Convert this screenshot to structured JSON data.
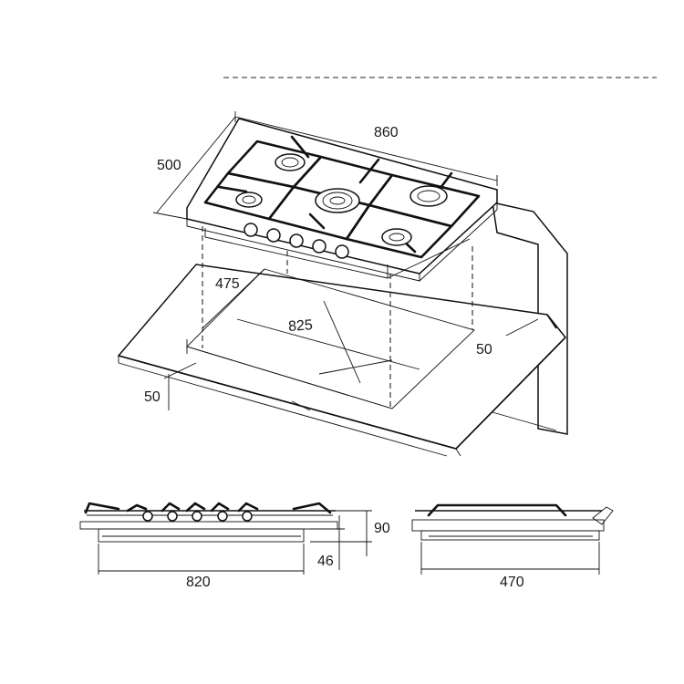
{
  "dimensions": {
    "width_top": "860",
    "depth_top": "500",
    "cutout_depth": "475",
    "cutout_width": "825",
    "wall_clearance": "50",
    "front_clearance": "50",
    "height_total": "90",
    "height_below": "46",
    "width_front": "820",
    "depth_side": "470"
  }
}
